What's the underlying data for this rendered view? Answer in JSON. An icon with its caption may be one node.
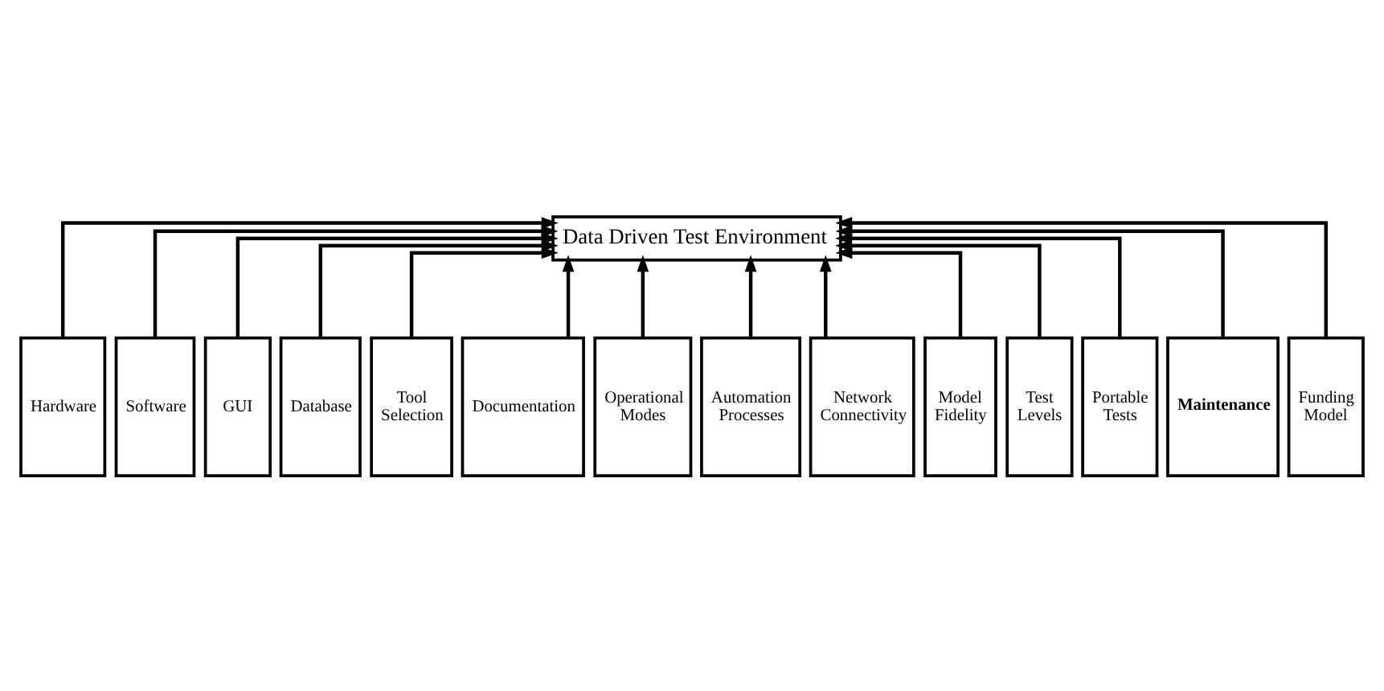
{
  "diagram": {
    "nodes": [
      {
        "text": [
          "Data Driven Test Environment"
        ]
      },
      {
        "text": [
          "Hardware"
        ]
      },
      {
        "text": [
          "Software"
        ]
      },
      {
        "text": [
          "GUI"
        ]
      },
      {
        "text": [
          "Database"
        ]
      },
      {
        "text": [
          "Tool Selection"
        ]
      },
      {
        "text": [
          "Documentation"
        ]
      },
      {
        "text": [
          "Operational Modes"
        ]
      },
      {
        "text": [
          "Automation Processes"
        ]
      },
      {
        "text": [
          "Network Connectivity"
        ]
      },
      {
        "text": [
          "Model Fidelity"
        ]
      },
      {
        "text": [
          "Test Levels"
        ]
      },
      {
        "text": [
          "Portable Tests"
        ]
      },
      {
        "text": [
          "Maintenance"
        ]
      },
      {
        "text": [
          "Funding Model"
        ]
      }
    ],
    "edges": [
      {
        "from": 1,
        "to": 0,
        "arrow": "to"
      },
      {
        "from": 2,
        "to": 0,
        "arrow": "to"
      },
      {
        "from": 3,
        "to": 0,
        "arrow": "to"
      },
      {
        "from": 4,
        "to": 0,
        "arrow": "to"
      },
      {
        "from": 5,
        "to": 0,
        "arrow": "to"
      },
      {
        "from": 6,
        "to": 0,
        "arrow": "to"
      },
      {
        "from": 7,
        "to": 0,
        "arrow": "to"
      },
      {
        "from": 8,
        "to": 0,
        "arrow": "to"
      },
      {
        "from": 9,
        "to": 0,
        "arrow": "to"
      },
      {
        "from": 10,
        "to": 0,
        "arrow": "to"
      },
      {
        "from": 11,
        "to": 0,
        "arrow": "to"
      },
      {
        "from": 12,
        "to": 0,
        "arrow": "to"
      },
      {
        "from": 13,
        "to": 0,
        "arrow": "to"
      },
      {
        "from": 14,
        "to": 0,
        "arrow": "to"
      }
    ]
  }
}
